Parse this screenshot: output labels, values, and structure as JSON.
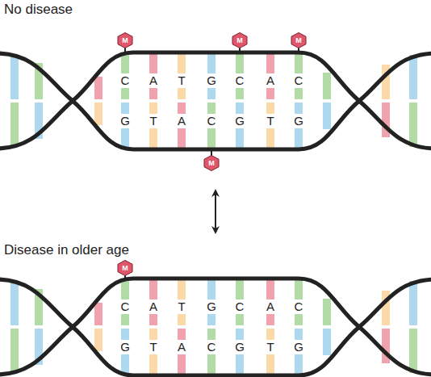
{
  "diagram": {
    "nodes": [
      {
        "text": [
          "No disease"
        ]
      },
      {
        "text": [
          "M"
        ],
        "in": 0
      },
      {
        "text": [
          "M"
        ],
        "in": 0
      },
      {
        "text": [
          "M"
        ],
        "in": 0
      },
      {
        "text": [
          "M"
        ],
        "in": 0
      },
      {
        "text": [
          "Disease in older age"
        ]
      },
      {
        "text": [
          "M"
        ],
        "in": 5
      }
    ],
    "edges": [
      {
        "from": 0,
        "to": 5,
        "arrow": "both"
      }
    ],
    "labels": [
      "C",
      "A",
      "T",
      "G",
      "C",
      "A",
      "C",
      "G",
      "T",
      "A",
      "C",
      "G",
      "T",
      "G",
      "C",
      "A",
      "T",
      "G",
      "C",
      "A",
      "C",
      "G",
      "T",
      "A",
      "C",
      "G",
      "T",
      "G"
    ]
  }
}
